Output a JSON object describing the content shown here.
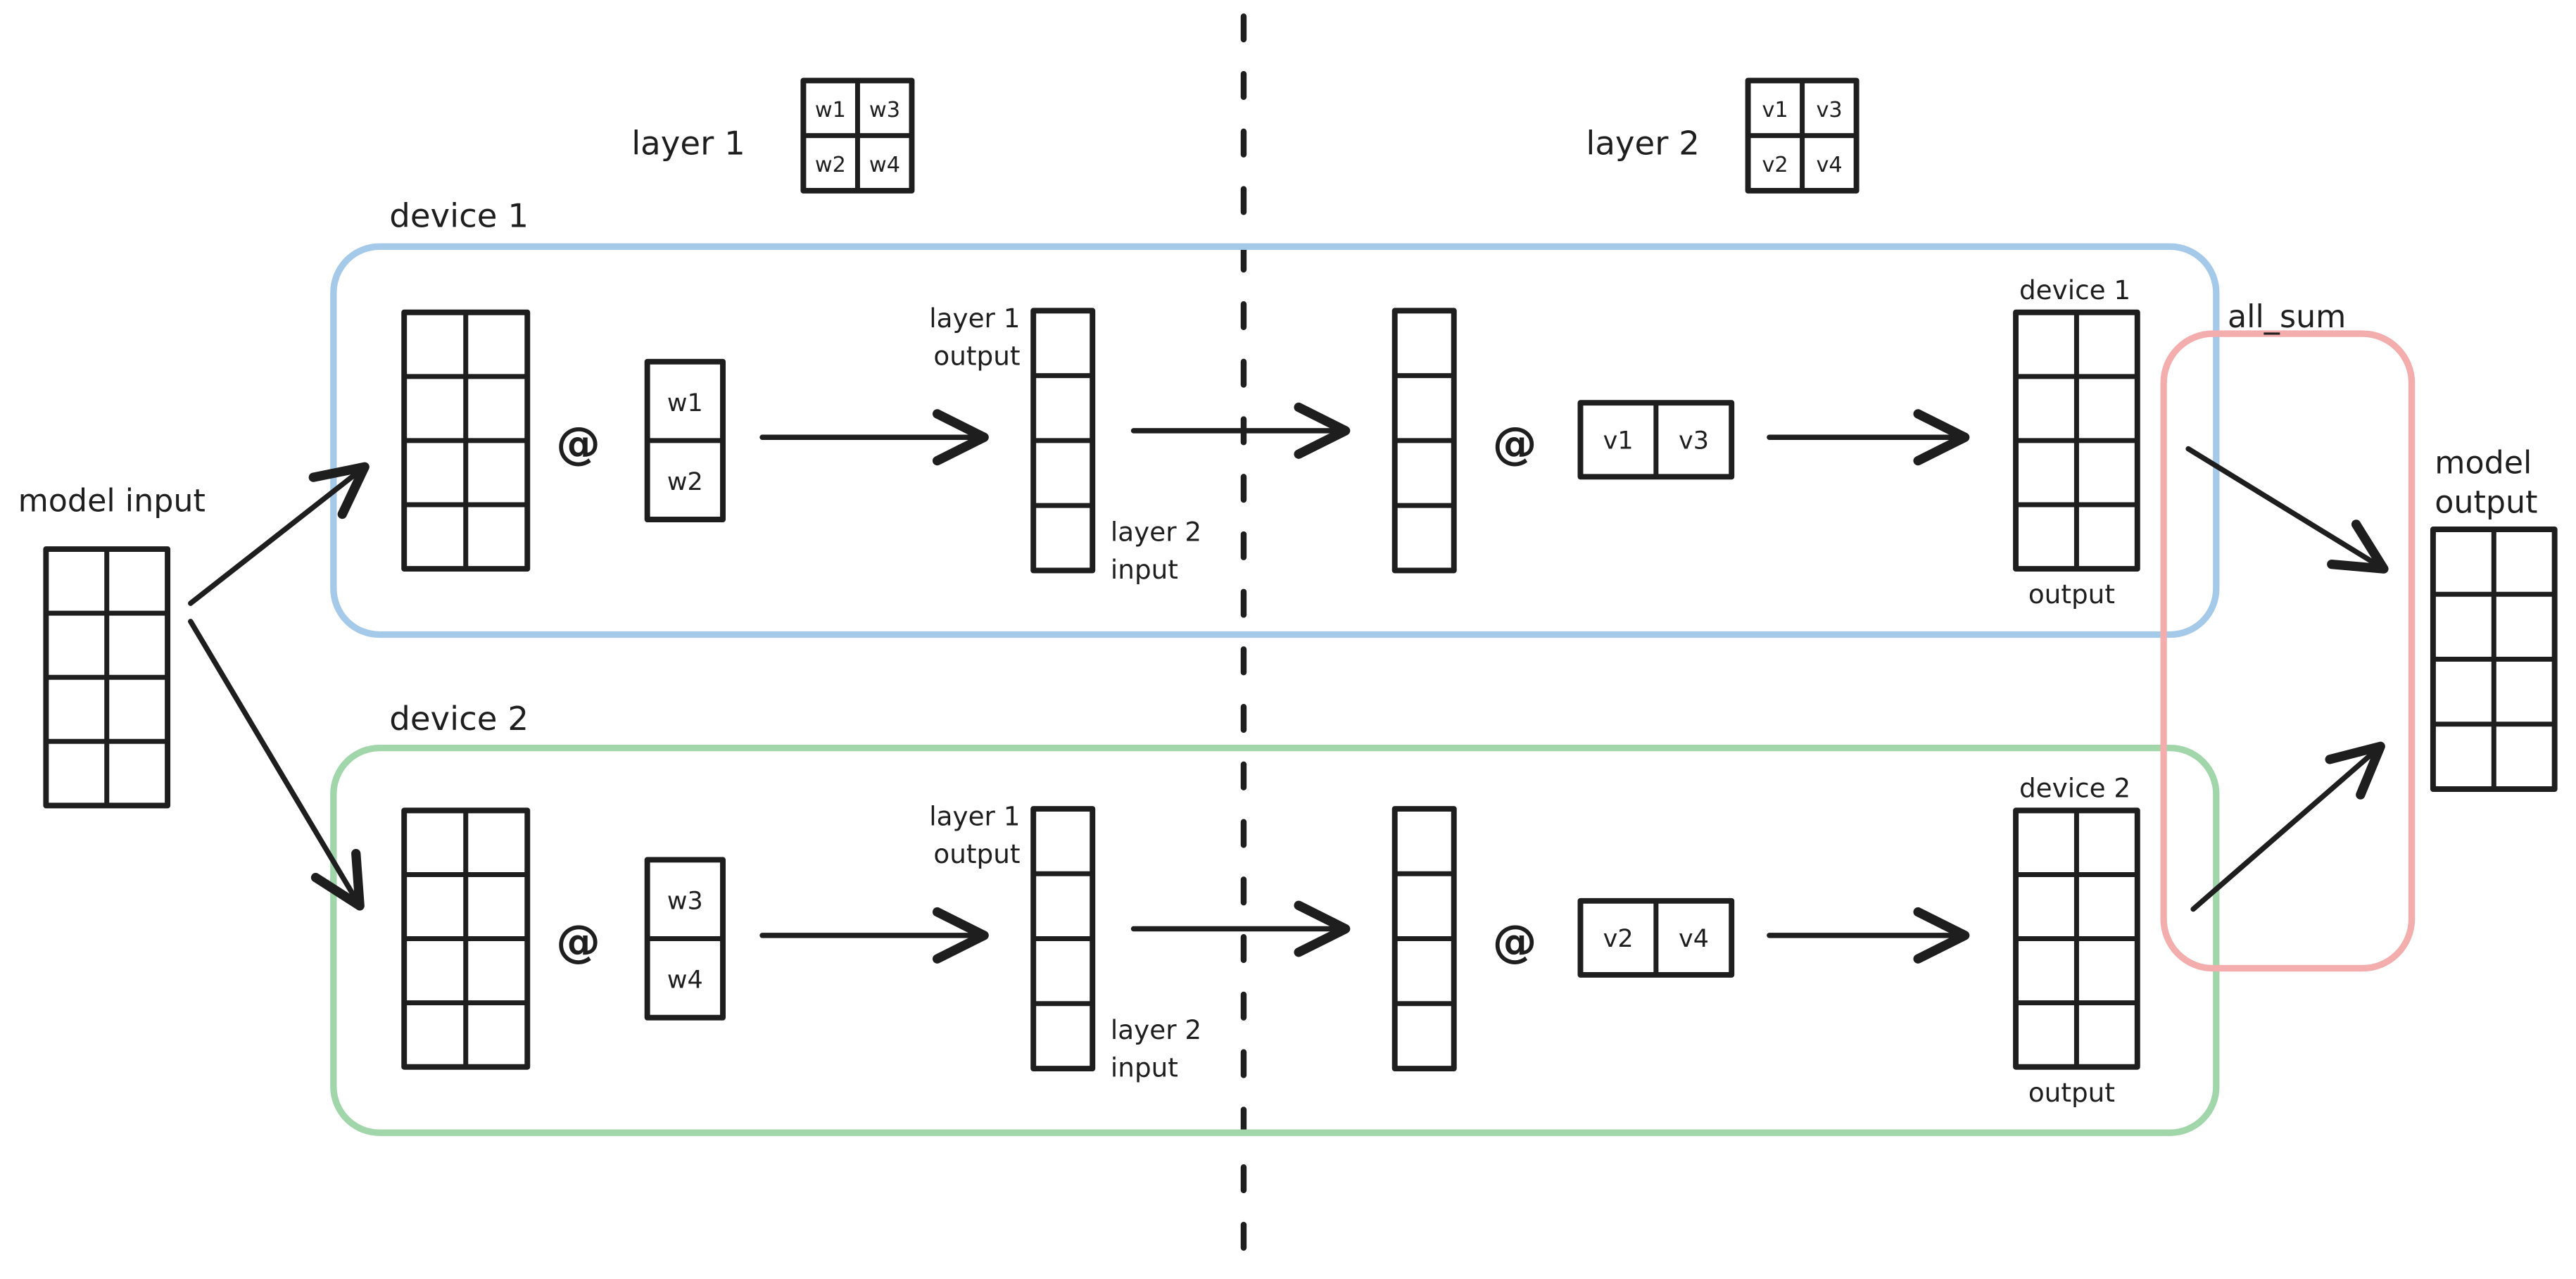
{
  "diagram": {
    "description": "two-device tensor parallel forward pass",
    "labels": {
      "layer1": "layer 1",
      "layer2": "layer 2",
      "device1": "device 1",
      "device2": "device 2",
      "model_input": "model input",
      "model_output_line1": "model",
      "model_output_line2": "output",
      "all_sum": "all_sum",
      "matmul": "@",
      "layer1_output_line1": "layer 1",
      "layer1_output_line2": "output",
      "layer2_input_line1": "layer 2",
      "layer2_input_line2": "input",
      "output": "output"
    },
    "weights": {
      "layer1_grid": [
        [
          "w1",
          "w3"
        ],
        [
          "w2",
          "w4"
        ]
      ],
      "layer2_grid": [
        [
          "v1",
          "v3"
        ],
        [
          "v2",
          "v4"
        ]
      ],
      "device1_layer1_shard": [
        "w1",
        "w2"
      ],
      "device2_layer1_shard": [
        "w3",
        "w4"
      ],
      "device1_layer2_shard": [
        "v1",
        "v3"
      ],
      "device2_layer2_shard": [
        "v2",
        "v4"
      ]
    },
    "colors": {
      "ink": "#1e1e1e",
      "device1_stroke": "#a5c9e8",
      "device1_text": "#1e72b8",
      "device2_stroke": "#a1d5aa",
      "device2_text": "#32a34d",
      "allsum_stroke": "#f4adad",
      "allsum_text": "#d93a3a"
    }
  }
}
